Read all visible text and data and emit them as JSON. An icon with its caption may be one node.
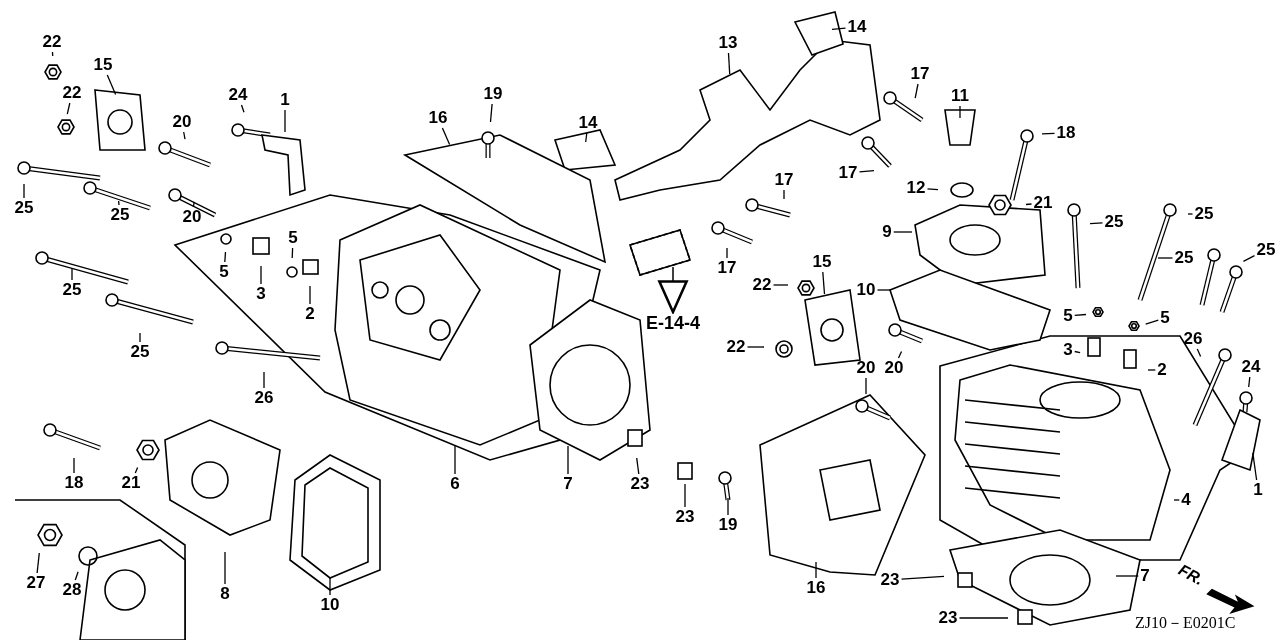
{
  "diagram": {
    "nodes": [
      {
        "text": [
          "22"
        ]
      },
      {
        "text": [
          "15"
        ]
      },
      {
        "text": [
          "22"
        ]
      },
      {
        "text": [
          "24"
        ]
      },
      {
        "text": [
          "1"
        ]
      },
      {
        "text": [
          "20"
        ]
      },
      {
        "text": [
          "16"
        ]
      },
      {
        "text": [
          "19"
        ]
      },
      {
        "text": [
          "14"
        ]
      },
      {
        "text": [
          "13"
        ]
      },
      {
        "text": [
          "14"
        ]
      },
      {
        "text": [
          "17"
        ]
      },
      {
        "text": [
          "11"
        ]
      },
      {
        "text": [
          "18"
        ]
      },
      {
        "text": [
          "17"
        ]
      },
      {
        "text": [
          "12"
        ]
      },
      {
        "text": [
          "21"
        ]
      },
      {
        "text": [
          "17"
        ]
      },
      {
        "text": [
          "25"
        ]
      },
      {
        "text": [
          "25"
        ]
      },
      {
        "text": [
          "20"
        ]
      },
      {
        "text": [
          "25"
        ]
      },
      {
        "text": [
          "25"
        ]
      },
      {
        "text": [
          "9"
        ]
      },
      {
        "text": [
          "5"
        ]
      },
      {
        "text": [
          "3"
        ]
      },
      {
        "text": [
          "5"
        ]
      },
      {
        "text": [
          "2"
        ]
      },
      {
        "text": [
          "17"
        ]
      },
      {
        "text": [
          "22"
        ]
      },
      {
        "text": [
          "15"
        ]
      },
      {
        "text": [
          "25"
        ]
      },
      {
        "text": [
          "25"
        ]
      },
      {
        "text": [
          "25"
        ]
      },
      {
        "text": [
          "10"
        ]
      },
      {
        "text": [
          "E-14-4"
        ]
      },
      {
        "text": [
          "22"
        ]
      },
      {
        "text": [
          "5"
        ]
      },
      {
        "text": [
          "5"
        ]
      },
      {
        "text": [
          "26"
        ]
      },
      {
        "text": [
          "3"
        ]
      },
      {
        "text": [
          "2"
        ]
      },
      {
        "text": [
          "25"
        ]
      },
      {
        "text": [
          "20"
        ]
      },
      {
        "text": [
          "20"
        ]
      },
      {
        "text": [
          "26"
        ]
      },
      {
        "text": [
          "24"
        ]
      },
      {
        "text": [
          "18"
        ]
      },
      {
        "text": [
          "21"
        ]
      },
      {
        "text": [
          "6"
        ]
      },
      {
        "text": [
          "7"
        ]
      },
      {
        "text": [
          "23"
        ]
      },
      {
        "text": [
          "1"
        ]
      },
      {
        "text": [
          "4"
        ]
      },
      {
        "text": [
          "23"
        ]
      },
      {
        "text": [
          "19"
        ]
      },
      {
        "text": [
          "27"
        ]
      },
      {
        "text": [
          "28"
        ]
      },
      {
        "text": [
          "8"
        ]
      },
      {
        "text": [
          "10"
        ]
      },
      {
        "text": [
          "16"
        ]
      },
      {
        "text": [
          "23"
        ]
      },
      {
        "text": [
          "7"
        ]
      },
      {
        "text": [
          "23"
        ]
      }
    ],
    "edges": [
      {
        "from": 0,
        "to": null,
        "arrow": "none"
      },
      {
        "from": 1,
        "to": null,
        "arrow": "none"
      },
      {
        "from": 2,
        "to": null,
        "arrow": "none"
      },
      {
        "from": 3,
        "to": null,
        "arrow": "none"
      },
      {
        "from": 4,
        "to": null,
        "arrow": "none"
      },
      {
        "from": 5,
        "to": null,
        "arrow": "none"
      },
      {
        "from": 6,
        "to": null,
        "arrow": "none"
      },
      {
        "from": 7,
        "to": null,
        "arrow": "none"
      },
      {
        "from": 8,
        "to": null,
        "arrow": "none"
      },
      {
        "from": 9,
        "to": null,
        "arrow": "none"
      },
      {
        "from": 10,
        "to": null,
        "arrow": "none"
      },
      {
        "from": 11,
        "to": null,
        "arrow": "none"
      },
      {
        "from": 12,
        "to": null,
        "arrow": "none"
      },
      {
        "from": 13,
        "to": null,
        "arrow": "none"
      },
      {
        "from": 14,
        "to": null,
        "arrow": "none"
      },
      {
        "from": 15,
        "to": null,
        "arrow": "none"
      },
      {
        "from": 16,
        "to": null,
        "arrow": "none"
      },
      {
        "from": 17,
        "to": null,
        "arrow": "none"
      },
      {
        "from": 18,
        "to": null,
        "arrow": "none"
      },
      {
        "from": 19,
        "to": null,
        "arrow": "none"
      },
      {
        "from": 20,
        "to": null,
        "arrow": "none"
      },
      {
        "from": 21,
        "to": null,
        "arrow": "none"
      },
      {
        "from": 22,
        "to": null,
        "arrow": "none"
      },
      {
        "from": 23,
        "to": null,
        "arrow": "none"
      },
      {
        "from": 24,
        "to": null,
        "arrow": "none"
      },
      {
        "from": 25,
        "to": null,
        "arrow": "none"
      },
      {
        "from": 26,
        "to": null,
        "arrow": "none"
      },
      {
        "from": 27,
        "to": null,
        "arrow": "none"
      },
      {
        "from": 28,
        "to": null,
        "arrow": "none"
      },
      {
        "from": 29,
        "to": null,
        "arrow": "none"
      },
      {
        "from": 30,
        "to": null,
        "arrow": "none"
      },
      {
        "from": 31,
        "to": null,
        "arrow": "none"
      },
      {
        "from": 32,
        "to": null,
        "arrow": "none"
      },
      {
        "from": 33,
        "to": null,
        "arrow": "none"
      },
      {
        "from": 34,
        "to": null,
        "arrow": "none"
      },
      {
        "from": null,
        "to": 35,
        "arrow": "to"
      },
      {
        "from": 36,
        "to": null,
        "arrow": "none"
      },
      {
        "from": 37,
        "to": null,
        "arrow": "none"
      },
      {
        "from": 38,
        "to": null,
        "arrow": "none"
      },
      {
        "from": 39,
        "to": null,
        "arrow": "none"
      },
      {
        "from": 40,
        "to": null,
        "arrow": "none"
      },
      {
        "from": 41,
        "to": null,
        "arrow": "none"
      },
      {
        "from": 42,
        "to": null,
        "arrow": "none"
      },
      {
        "from": 43,
        "to": null,
        "arrow": "none"
      },
      {
        "from": 44,
        "to": null,
        "arrow": "none"
      },
      {
        "from": 45,
        "to": null,
        "arrow": "none"
      },
      {
        "from": 46,
        "to": null,
        "arrow": "none"
      },
      {
        "from": 47,
        "to": null,
        "arrow": "none"
      },
      {
        "from": 48,
        "to": null,
        "arrow": "none"
      },
      {
        "from": 49,
        "to": null,
        "arrow": "none"
      },
      {
        "from": 50,
        "to": null,
        "arrow": "none"
      },
      {
        "from": 51,
        "to": null,
        "arrow": "none"
      },
      {
        "from": 52,
        "to": null,
        "arrow": "none"
      },
      {
        "from": 53,
        "to": null,
        "arrow": "none"
      },
      {
        "from": 54,
        "to": null,
        "arrow": "none"
      },
      {
        "from": 55,
        "to": null,
        "arrow": "none"
      },
      {
        "from": 56,
        "to": null,
        "arrow": "none"
      },
      {
        "from": 57,
        "to": null,
        "arrow": "none"
      },
      {
        "from": 58,
        "to": null,
        "arrow": "none"
      },
      {
        "from": 59,
        "to": null,
        "arrow": "none"
      },
      {
        "from": 60,
        "to": null,
        "arrow": "none"
      },
      {
        "from": 61,
        "to": null,
        "arrow": "none"
      },
      {
        "from": 62,
        "to": null,
        "arrow": "none"
      },
      {
        "from": 63,
        "to": null,
        "arrow": "none"
      }
    ],
    "labels": [
      "FR.",
      "ZJ10－E0201C"
    ]
  }
}
